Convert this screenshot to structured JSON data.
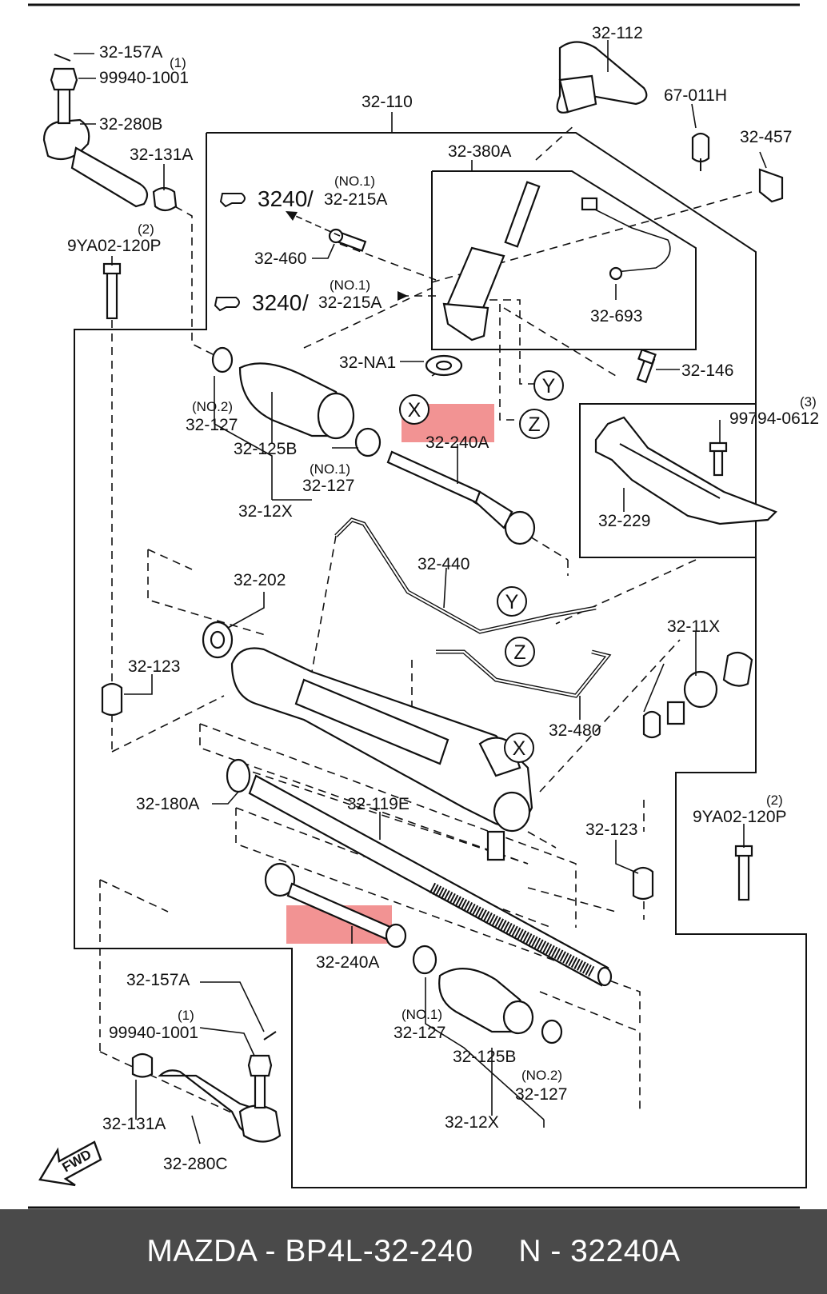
{
  "diagram": {
    "labels": {
      "l_32_157A_top": "32-157A",
      "l_1_top": "(1)",
      "l_99940_top": "99940-1001",
      "l_32_280B": "32-280B",
      "l_32_131A_top": "32-131A",
      "l_2_left": "(2)",
      "l_9YA02_left": "9YA02-120P",
      "l_32_110": "32-110",
      "l_32_112": "32-112",
      "l_67_011H": "67-011H",
      "l_32_457": "32-457",
      "l_32_380A": "32-380A",
      "l_no1_a": "(NO.1)",
      "l_3240_a": "3240",
      "l_slash_a": "/",
      "l_32_215A_a": "32-215A",
      "l_32_460": "32-460",
      "l_no1_b": "(NO.1)",
      "l_3240_b": "3240",
      "l_slash_b": "/",
      "l_32_215A_b": "32-215A",
      "l_32_693": "32-693",
      "l_32_NA1": "32-NA1",
      "l_32_146": "32-146",
      "l_3_right": "(3)",
      "l_99794": "99794-0612",
      "l_no2_a": "(NO.2)",
      "l_32_127_a": "32-127",
      "l_32_125B_a": "32-125B",
      "l_32_240A_a": "32-240A",
      "l_no1_c": "(NO.1)",
      "l_32_127_b": "32-127",
      "l_32_12X_a": "32-12X",
      "l_32_229": "32-229",
      "l_32_440": "32-440",
      "l_32_202": "32-202",
      "l_32_123_a": "32-123",
      "l_32_11X": "32-11X",
      "l_32_480": "32-480",
      "l_32_180A": "32-180A",
      "l_32_119E": "32-119E",
      "l_32_123_b": "32-123",
      "l_2_right": "(2)",
      "l_9YA02_right": "9YA02-120P",
      "l_32_240A_b": "32-240A",
      "l_32_157A_bot": "32-157A",
      "l_1_bot": "(1)",
      "l_99940_bot": "99940-1001",
      "l_no1_d": "(NO.1)",
      "l_32_127_c": "32-127",
      "l_32_125B_b": "32-125B",
      "l_no2_b": "(NO.2)",
      "l_32_127_d": "32-127",
      "l_32_131A_bot": "32-131A",
      "l_32_12X_b": "32-12X",
      "l_32_280C": "32-280C",
      "l_fwd": "FWD"
    },
    "refs": {
      "ref_X_top": "X",
      "ref_Y_top": "Y",
      "ref_Z_top": "Z",
      "ref_Y_mid": "Y",
      "ref_Z_mid": "Z",
      "ref_X_bot": "X"
    },
    "highlight_color": "#f08080"
  },
  "footer": {
    "text": "MAZDA - BP4L-32-240     N - 32240A"
  }
}
